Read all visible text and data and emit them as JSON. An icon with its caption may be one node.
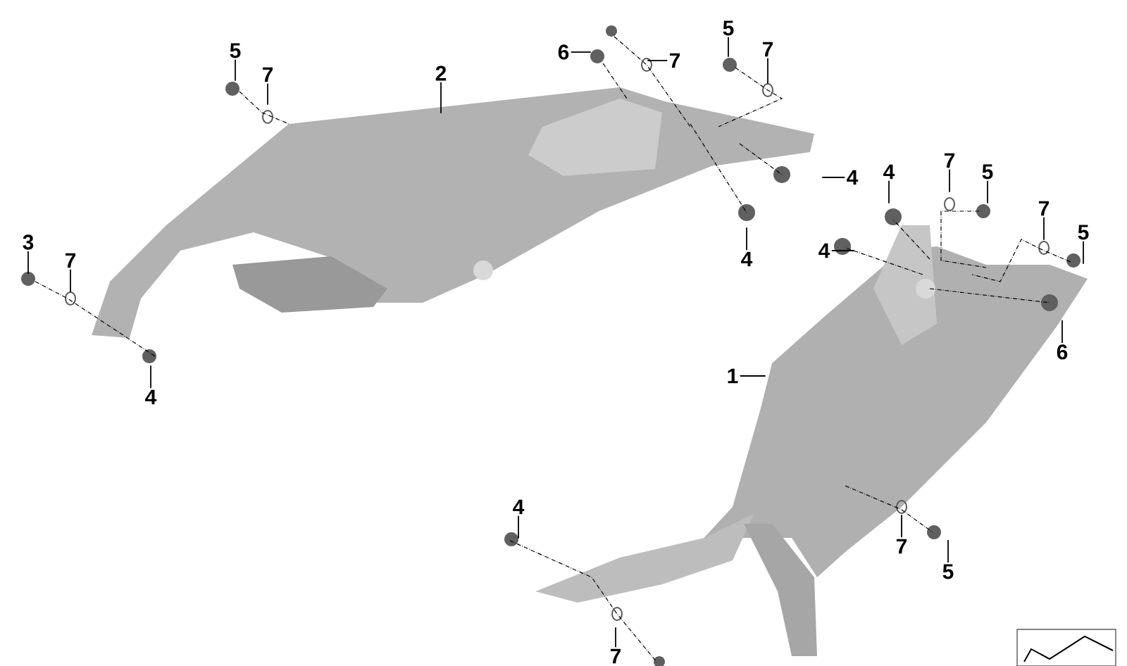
{
  "diagram": {
    "nodes": [
      {
        "text": [
          "3"
        ]
      },
      {
        "text": [
          "7"
        ]
      },
      {
        "text": [
          "4"
        ]
      },
      {
        "text": [
          "5"
        ]
      },
      {
        "text": [
          "7"
        ]
      },
      {
        "text": [
          "2"
        ]
      },
      {
        "text": [
          "6"
        ]
      },
      {
        "text": [
          "7"
        ]
      },
      {
        "text": [
          "5"
        ]
      },
      {
        "text": [
          "7"
        ]
      },
      {
        "text": [
          "4"
        ]
      },
      {
        "text": [
          "4"
        ]
      },
      {
        "text": [
          "4"
        ]
      },
      {
        "text": [
          "4"
        ]
      },
      {
        "text": [
          "7"
        ]
      },
      {
        "text": [
          "5"
        ]
      },
      {
        "text": [
          "7"
        ]
      },
      {
        "text": [
          "5"
        ]
      },
      {
        "text": [
          "6"
        ]
      },
      {
        "text": [
          "1"
        ]
      },
      {
        "text": [
          "4"
        ]
      },
      {
        "text": [
          "7"
        ]
      },
      {
        "text": [
          "5"
        ]
      },
      {
        "text": [
          "7"
        ]
      }
    ],
    "edges": [
      {
        "from": 0,
        "to": null,
        "arrow": "none"
      },
      {
        "from": 1,
        "to": null,
        "arrow": "none"
      },
      {
        "from": 2,
        "to": null,
        "arrow": "none"
      },
      {
        "from": 3,
        "to": null,
        "arrow": "none"
      },
      {
        "from": 4,
        "to": null,
        "arrow": "none"
      },
      {
        "from": 5,
        "to": null,
        "arrow": "none"
      },
      {
        "from": 6,
        "to": null,
        "arrow": "none"
      },
      {
        "from": 7,
        "to": null,
        "arrow": "none"
      },
      {
        "from": 8,
        "to": null,
        "arrow": "none"
      },
      {
        "from": 9,
        "to": null,
        "arrow": "none"
      },
      {
        "from": 10,
        "to": null,
        "arrow": "none"
      },
      {
        "from": 11,
        "to": null,
        "arrow": "none"
      },
      {
        "from": 12,
        "to": null,
        "arrow": "none"
      },
      {
        "from": 13,
        "to": null,
        "arrow": "none"
      },
      {
        "from": 14,
        "to": null,
        "arrow": "none"
      },
      {
        "from": 15,
        "to": null,
        "arrow": "none"
      },
      {
        "from": 16,
        "to": null,
        "arrow": "none"
      },
      {
        "from": 17,
        "to": null,
        "arrow": "none"
      },
      {
        "from": 18,
        "to": null,
        "arrow": "none"
      },
      {
        "from": 19,
        "to": null,
        "arrow": "none"
      },
      {
        "from": 20,
        "to": null,
        "arrow": "none"
      },
      {
        "from": 21,
        "to": null,
        "arrow": "none"
      },
      {
        "from": 22,
        "to": null,
        "arrow": "none"
      },
      {
        "from": 23,
        "to": null,
        "arrow": "none"
      }
    ]
  }
}
